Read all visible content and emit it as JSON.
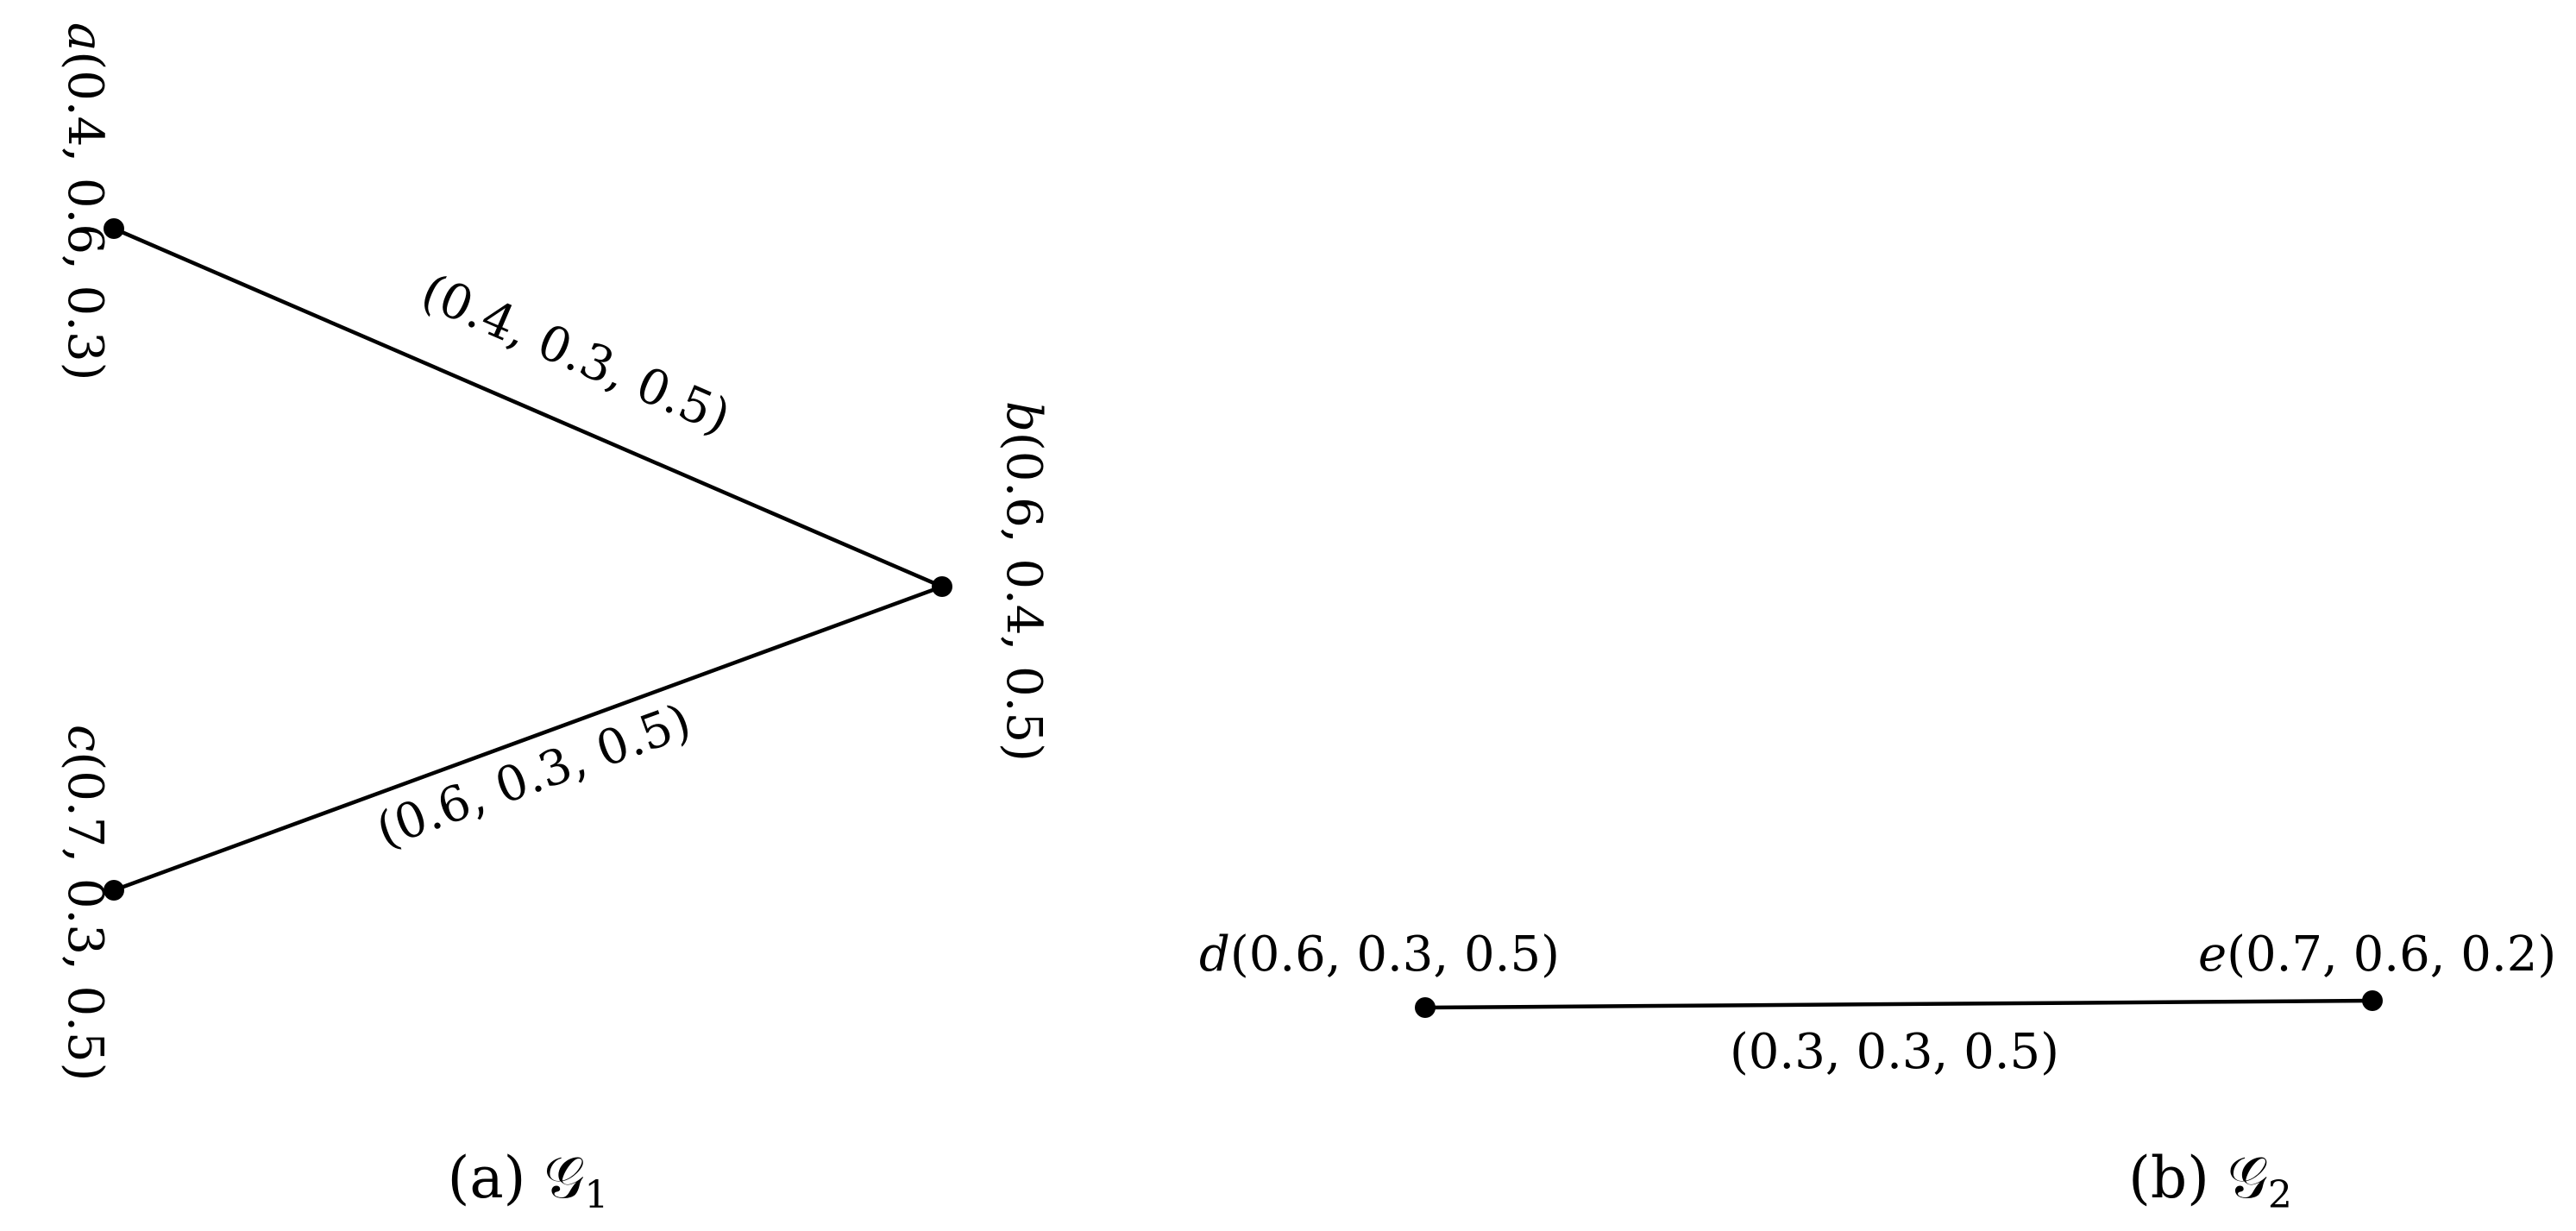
{
  "graphs": [
    {
      "id": "G1",
      "caption": {
        "prefix": "(a) ",
        "symbol": "𝒢",
        "subscript": "1"
      },
      "vertices": [
        {
          "name": "a",
          "values": "(0.4, 0.6, 0.3)"
        },
        {
          "name": "b",
          "values": "(0.6, 0.4, 0.5)"
        },
        {
          "name": "c",
          "values": "(0.7, 0.3, 0.5)"
        }
      ],
      "edges": [
        {
          "from": "a",
          "to": "b",
          "values": "(0.4, 0.3, 0.5)"
        },
        {
          "from": "c",
          "to": "b",
          "values": "(0.6, 0.3, 0.5)"
        }
      ]
    },
    {
      "id": "G2",
      "caption": {
        "prefix": "(b) ",
        "symbol": "𝒢",
        "subscript": "2"
      },
      "vertices": [
        {
          "name": "d",
          "values": "(0.6, 0.3, 0.5)"
        },
        {
          "name": "e",
          "values": "(0.7, 0.6, 0.2)"
        }
      ],
      "edges": [
        {
          "from": "d",
          "to": "e",
          "values": "(0.3, 0.3, 0.5)"
        }
      ]
    }
  ]
}
